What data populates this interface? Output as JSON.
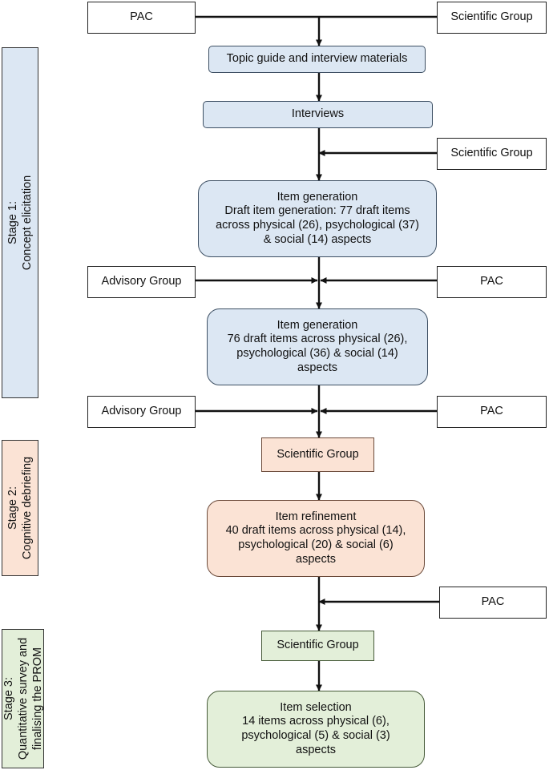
{
  "stages": {
    "s1": [
      "Stage 1:",
      "Concept elicitation"
    ],
    "s2": [
      "Stage 2:",
      "Cognitive debriefing"
    ],
    "s3": [
      "Stage 3:",
      "Quantitative survey and",
      "finalising the PROM"
    ]
  },
  "colors": {
    "stage1": "#dce7f3",
    "stage2": "#fbe3d5",
    "stage3": "#e3efd9",
    "line": "#111111"
  },
  "inputs": {
    "pac": "PAC",
    "scientific_group": "Scientific Group",
    "advisory_group": "Advisory Group"
  },
  "steps": {
    "topic_guide": "Topic guide and interview materials",
    "interviews": "Interviews",
    "item_gen_1": [
      "Item generation",
      "Draft item generation: 77 draft items",
      "across physical (26), psychological (37)",
      "& social (14) aspects"
    ],
    "item_gen_2": [
      "Item generation",
      "76 draft items across physical (26),",
      "psychological (36) & social (14)",
      "aspects"
    ],
    "sci_group_2": "Scientific Group",
    "item_refinement": [
      "Item refinement",
      "40 draft items across physical (14),",
      "psychological (20) & social (6)",
      "aspects"
    ],
    "sci_group_3": "Scientific Group",
    "item_selection": [
      "Item selection",
      "14 items across physical (6),",
      "psychological (5) & social (3)",
      "aspects"
    ]
  }
}
